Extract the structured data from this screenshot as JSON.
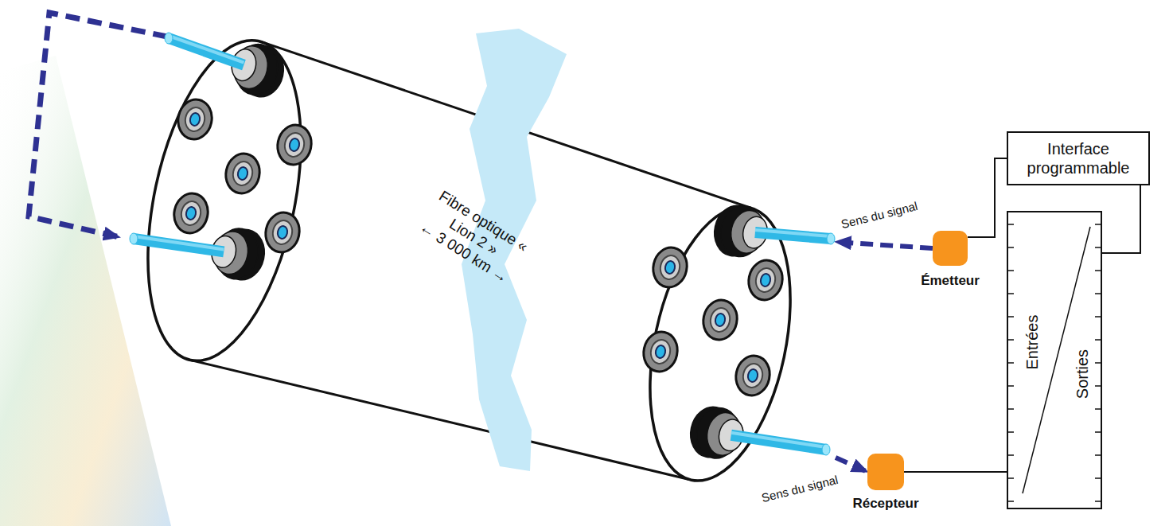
{
  "diagram": {
    "nodes": [
      {
        "text": [
          "Fibre optique « Lion 2 »",
          "← 3 000 km →"
        ]
      },
      {
        "text": [
          "Émetteur"
        ]
      },
      {
        "text": [
          "Récepteur"
        ]
      },
      {
        "text": [
          "Interface programmable"
        ]
      },
      {
        "text": [
          "Entrées",
          "Sorties"
        ]
      }
    ],
    "edges": [
      {
        "from": 1,
        "to": 0,
        "arrow": "to",
        "label": "Sens du signal"
      },
      {
        "from": 0,
        "to": 2,
        "arrow": "to",
        "label": "Sens du signal"
      },
      {
        "from": 1,
        "to": 3,
        "arrow": "none"
      },
      {
        "from": 3,
        "to": 4,
        "arrow": "none"
      },
      {
        "from": 2,
        "to": 4,
        "arrow": "none"
      }
    ]
  }
}
